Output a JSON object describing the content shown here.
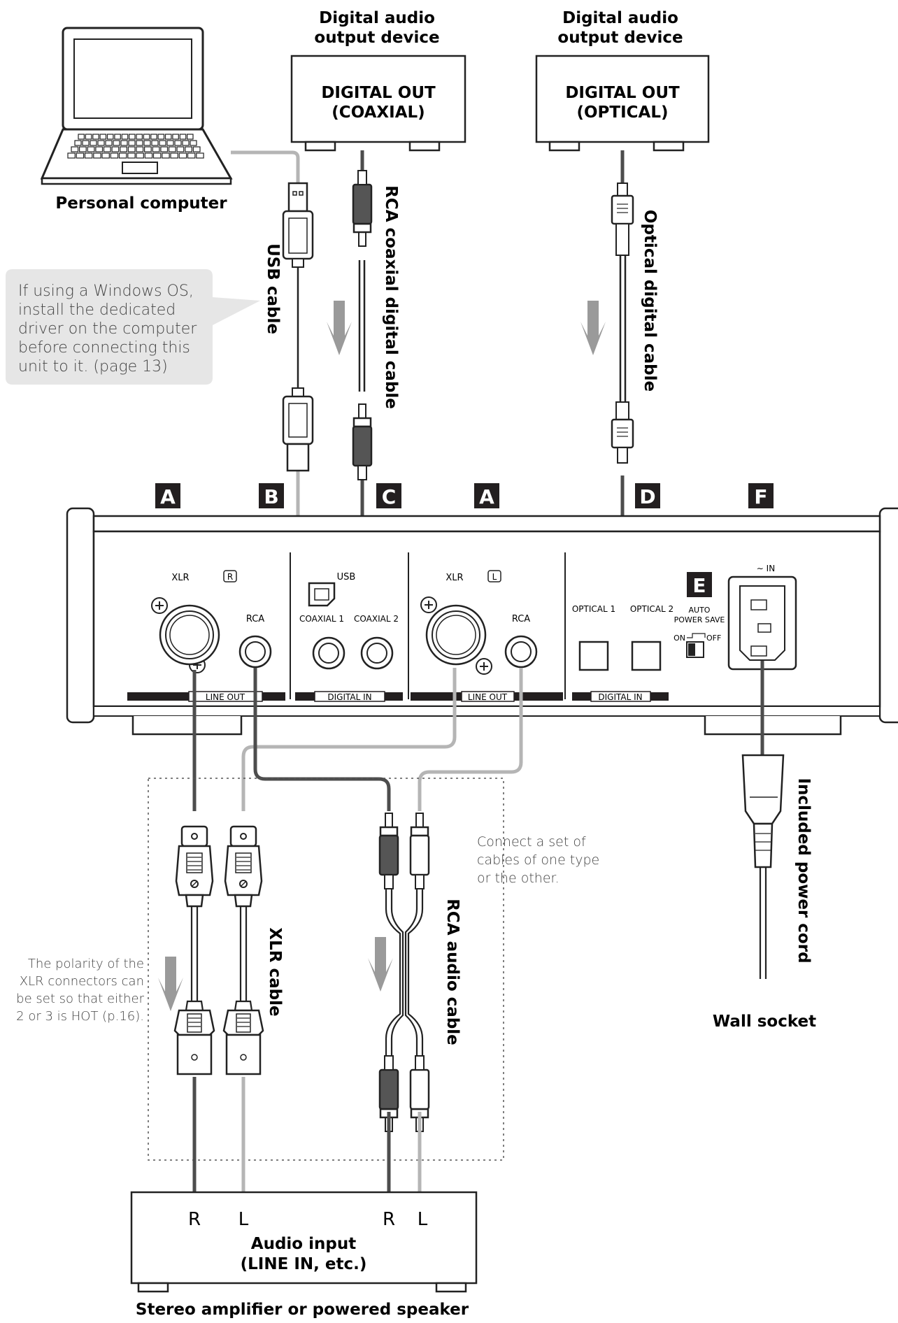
{
  "devices": {
    "computer_label": "Personal computer",
    "source1_title_l1": "Digital audio",
    "source1_title_l2": "output device",
    "source1_box_l1": "DIGITAL OUT",
    "source1_box_l2": "(COAXIAL)",
    "source2_title_l1": "Digital audio",
    "source2_title_l2": "output device",
    "source2_box_l1": "DIGITAL OUT",
    "source2_box_l2": "(OPTICAL)",
    "amp_box_l1": "Audio input",
    "amp_box_l2": "(LINE IN, etc.)",
    "amp_caption": "Stereo amplifier or powered speaker",
    "wall_label": "Wall socket"
  },
  "cables": {
    "usb": "USB cable",
    "rca_coaxial": "RCA coaxial digital cable",
    "optical": "Optical digital cable",
    "xlr": "XLR cable",
    "rca_audio": "RCA audio cable",
    "power": "Included power cord"
  },
  "notes": {
    "windows_l1": "If using a Windows OS,",
    "windows_l2": "install the dedicated",
    "windows_l3": "driver on the computer",
    "windows_l4": "before connecting this",
    "windows_l5": "unit to it. (page 13)",
    "cables_l1": "Connect a set of",
    "cables_l2": "cables of one type",
    "cables_l3": "or the other.",
    "polarity_l1": "The polarity of the",
    "polarity_l2": "XLR connectors can",
    "polarity_l3": "be set so that either",
    "polarity_l4": "2 or 3 is HOT (p.16)."
  },
  "section_letters": [
    "A",
    "B",
    "C",
    "A",
    "D",
    "F",
    "E"
  ],
  "panel": {
    "xlr": "XLR",
    "r": "R",
    "l": "L",
    "rca": "RCA",
    "usb": "USB",
    "coaxial1": "COAXIAL 1",
    "coaxial2": "COAXIAL 2",
    "optical1": "OPTICAL 1",
    "optical2": "OPTICAL 2",
    "auto1": "AUTO",
    "auto2": "POWER SAVE",
    "on": "ON",
    "off": "OFF",
    "line_out": "LINE OUT",
    "digital_in": "DIGITAL IN",
    "ac_in": "∼ IN"
  },
  "amp_inputs": [
    "R",
    "L",
    "R",
    "L"
  ],
  "colors": {
    "dark_cable": "#4d4d4d",
    "light_cable": "#b5b5b5",
    "note_bg": "#e6e6e6",
    "arrow": "#9a9a9a",
    "letter_bg": "#231f20"
  }
}
